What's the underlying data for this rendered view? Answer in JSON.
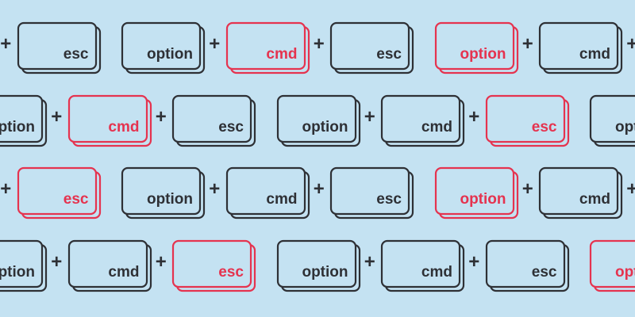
{
  "colors": {
    "background": "#c4e2f2",
    "dark": "#2e3035",
    "accent": "#e5334f"
  },
  "plus_glyph": "+",
  "rows": [
    [
      {
        "label": "",
        "color": "dark",
        "plus_after": true
      },
      {
        "label": "esc",
        "color": "dark",
        "plus_after": false
      },
      {
        "label": "option",
        "color": "dark",
        "plus_after": true
      },
      {
        "label": "cmd",
        "color": "accent",
        "plus_after": true
      },
      {
        "label": "esc",
        "color": "dark",
        "plus_after": false
      },
      {
        "label": "option",
        "color": "accent",
        "plus_after": true
      },
      {
        "label": "cmd",
        "color": "dark",
        "plus_after": true
      },
      {
        "label": "",
        "color": "dark",
        "plus_after": false
      }
    ],
    [
      {
        "label": "option",
        "color": "dark",
        "plus_after": true
      },
      {
        "label": "cmd",
        "color": "accent",
        "plus_after": true
      },
      {
        "label": "esc",
        "color": "dark",
        "plus_after": false
      },
      {
        "label": "option",
        "color": "dark",
        "plus_after": true
      },
      {
        "label": "cmd",
        "color": "dark",
        "plus_after": true
      },
      {
        "label": "esc",
        "color": "accent",
        "plus_after": false
      },
      {
        "label": "option",
        "color": "dark",
        "plus_after": false
      }
    ],
    [
      {
        "label": "",
        "color": "dark",
        "plus_after": true
      },
      {
        "label": "esc",
        "color": "accent",
        "plus_after": false
      },
      {
        "label": "option",
        "color": "dark",
        "plus_after": true
      },
      {
        "label": "cmd",
        "color": "dark",
        "plus_after": true
      },
      {
        "label": "esc",
        "color": "dark",
        "plus_after": false
      },
      {
        "label": "option",
        "color": "accent",
        "plus_after": true
      },
      {
        "label": "cmd",
        "color": "dark",
        "plus_after": true
      },
      {
        "label": "",
        "color": "dark",
        "plus_after": false
      }
    ],
    [
      {
        "label": "option",
        "color": "dark",
        "plus_after": true
      },
      {
        "label": "cmd",
        "color": "dark",
        "plus_after": true
      },
      {
        "label": "esc",
        "color": "accent",
        "plus_after": false
      },
      {
        "label": "option",
        "color": "dark",
        "plus_after": true
      },
      {
        "label": "cmd",
        "color": "dark",
        "plus_after": true
      },
      {
        "label": "esc",
        "color": "dark",
        "plus_after": false
      },
      {
        "label": "option",
        "color": "accent",
        "plus_after": false
      }
    ]
  ]
}
